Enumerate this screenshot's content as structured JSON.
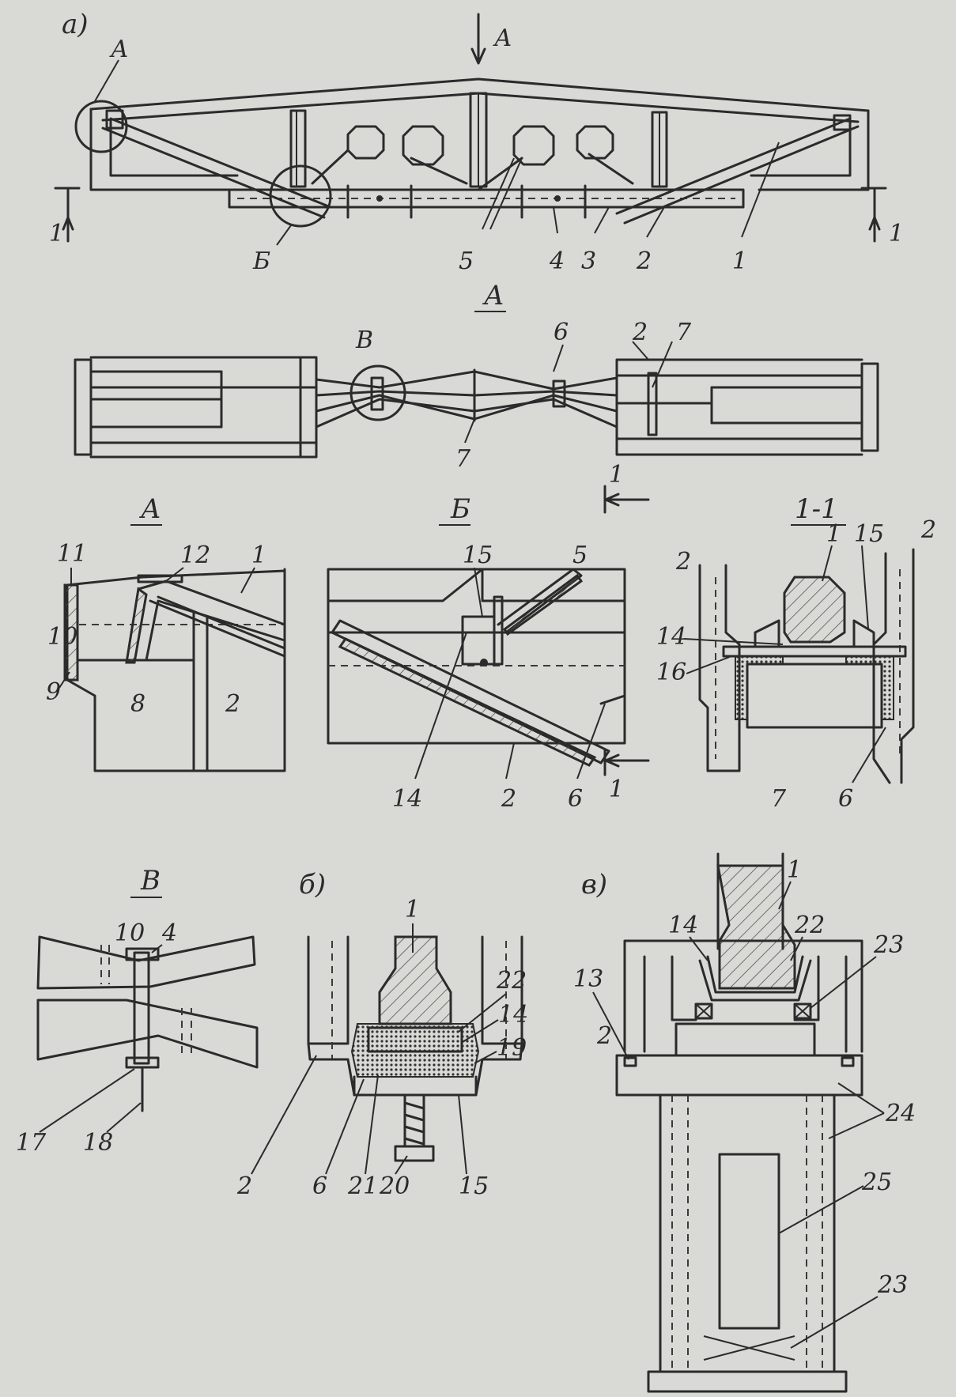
{
  "views": {
    "a": "а)",
    "b": "б)",
    "v": "в)",
    "section_A_top": "А",
    "section_A_plan": "А",
    "detail_A": "А",
    "detail_B": "Б",
    "detail_V": "В",
    "section_11": "1-1"
  },
  "callouts": {
    "A": "А",
    "B": "Б",
    "V": "В",
    "c1_left": "1",
    "c1_right": "1",
    "c1_detail_top": "1",
    "c1_detail_bottom": "1"
  },
  "labels": {
    "n1": "1",
    "n2": "2",
    "n3": "3",
    "n4": "4",
    "n5": "5",
    "n6": "6",
    "n7": "7",
    "n8": "8",
    "n9": "9",
    "n10": "10",
    "n11": "11",
    "n12": "12",
    "n13": "13",
    "n14": "14",
    "n15": "15",
    "n16": "16",
    "n17": "17",
    "n18": "18",
    "n19": "19",
    "n20": "20",
    "n21": "21",
    "n22": "22",
    "n23": "23",
    "n24": "24",
    "n25": "25"
  },
  "colors": {
    "paper": "#d9d9d6",
    "ink": "#2b2b2b"
  }
}
